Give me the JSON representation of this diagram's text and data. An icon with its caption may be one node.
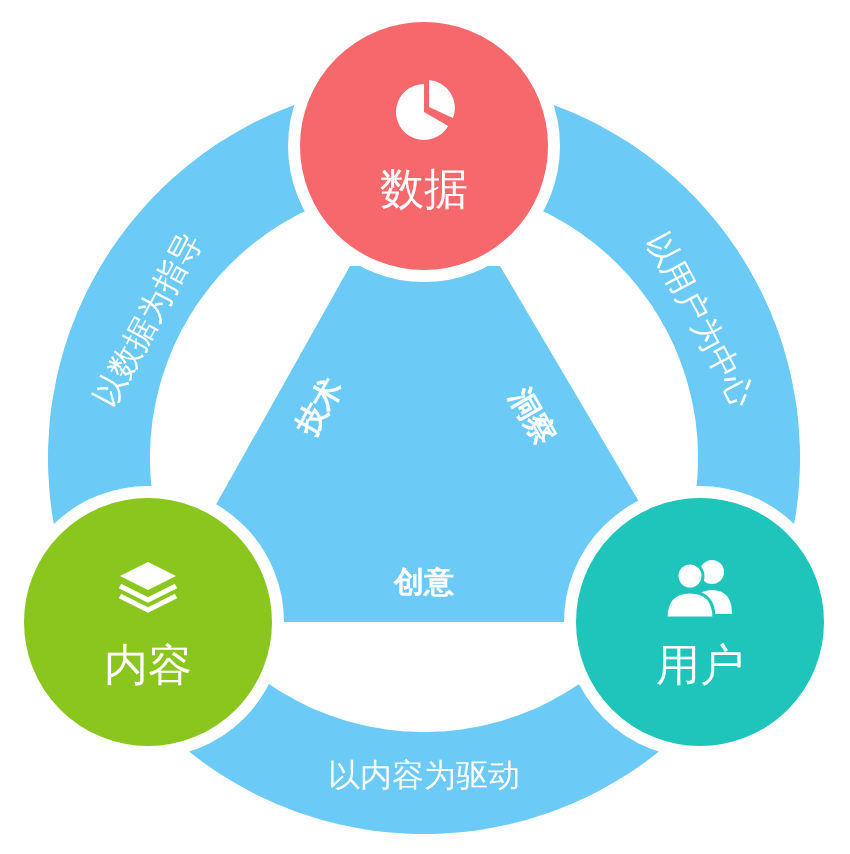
{
  "diagram": {
    "nodes": [
      {
        "text": [
          "数据"
        ]
      },
      {
        "text": [
          "以数据为指导"
        ]
      },
      {
        "text": [
          "以用户为中心"
        ]
      },
      {
        "text": [
          "技术",
          "洞察",
          "创意"
        ]
      },
      {
        "text": [
          "内容"
        ]
      },
      {
        "text": [
          "用户"
        ]
      },
      {
        "text": [
          "以内容为驱动"
        ]
      }
    ]
  }
}
